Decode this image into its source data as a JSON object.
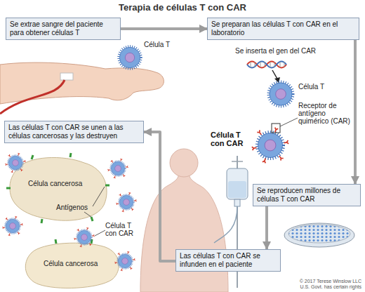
{
  "diagram": {
    "title": "Terapia de células T con CAR",
    "nodes": [
      {
        "text": [
          "Se extrae sangre del paciente para obtener células T"
        ]
      },
      {
        "text": [
          "Se preparan las células T con CAR en el laboratorio"
        ]
      },
      {
        "text": [
          "Las células T con CAR se unen a las células cancerosas y las destruyen"
        ]
      },
      {
        "text": [
          "Se reproducen millones de células T con CAR"
        ]
      },
      {
        "text": [
          "Las células T con CAR se infunden en el paciente"
        ]
      }
    ],
    "edges": [
      {
        "from": 0,
        "to": 1,
        "arrow": "to"
      },
      {
        "from": 1,
        "to": 3,
        "arrow": "to"
      },
      {
        "from": 3,
        "to": 4,
        "arrow": "to"
      },
      {
        "from": 4,
        "to": 2,
        "arrow": "to"
      }
    ],
    "labels": [
      "Célula T",
      "Se inserta el gen del CAR",
      "Célula T",
      "Receptor de antígeno quimérico (CAR)",
      "Célula T con CAR",
      "Célula cancerosa",
      "Antígenos",
      "Célula T con CAR",
      "Célula cancerosa",
      "© 2017 Terese Winslow LLC",
      "U.S. Govt. has certain rights"
    ]
  }
}
